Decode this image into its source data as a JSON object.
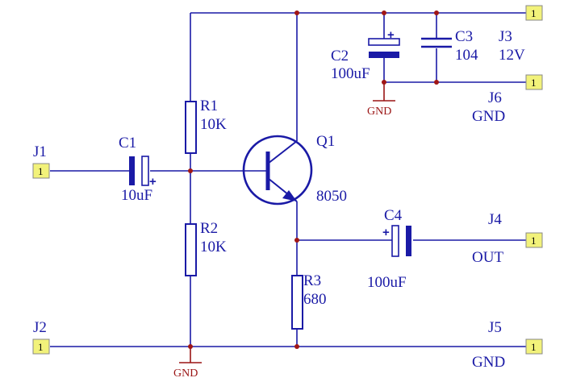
{
  "components": {
    "r1": {
      "ref": "R1",
      "value": "10K"
    },
    "r2": {
      "ref": "R2",
      "value": "10K"
    },
    "r3": {
      "ref": "R3",
      "value": "680"
    },
    "c1": {
      "ref": "C1",
      "value": "10uF",
      "polarity": "+"
    },
    "c2": {
      "ref": "C2",
      "value": "100uF",
      "polarity": "+"
    },
    "c3": {
      "ref": "C3",
      "value": "104"
    },
    "c4": {
      "ref": "C4",
      "value": "100uF",
      "polarity": "+"
    },
    "q1": {
      "ref": "Q1",
      "value": "8050"
    }
  },
  "connectors": {
    "j1": {
      "ref": "J1",
      "pin": "1"
    },
    "j2": {
      "ref": "J2",
      "pin": "1"
    },
    "j3": {
      "ref": "J3",
      "pin": "1",
      "net": "12V"
    },
    "j4": {
      "ref": "J4",
      "pin": "1",
      "net": "OUT"
    },
    "j5": {
      "ref": "J5",
      "pin": "1",
      "net": "GND"
    },
    "j6": {
      "ref": "J6",
      "pin": "1",
      "net": "GND"
    }
  },
  "ground_symbols": {
    "top": "GND",
    "bottom": "GND"
  },
  "colors": {
    "wire": "#1a1aa6",
    "ground": "#9a1414",
    "junction": "#a01616",
    "connector_pin": "#f2f27a"
  }
}
